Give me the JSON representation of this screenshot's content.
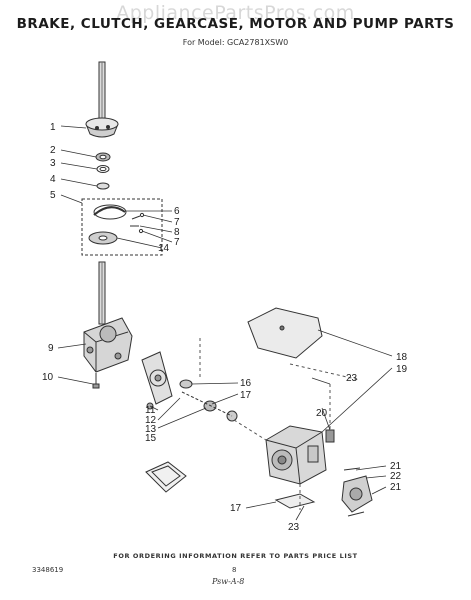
{
  "watermark": "AppliancePartsPros.com",
  "title": "BRAKE, CLUTCH, GEARCASE, MOTOR AND PUMP PARTS",
  "subtitle": "For Model: GCA2781XSW0",
  "footer": "FOR ORDERING INFORMATION REFER TO PARTS PRICE LIST",
  "doc_number": "3348619",
  "page_number": "8",
  "signature": "Psw-A-8",
  "callouts": [
    "1",
    "2",
    "3",
    "4",
    "5",
    "6",
    "7",
    "8",
    "7",
    "14",
    "9",
    "10",
    "11",
    "12",
    "13",
    "15",
    "16",
    "17",
    "18",
    "19",
    "23",
    "20",
    "21",
    "22",
    "21",
    "17",
    "23"
  ]
}
